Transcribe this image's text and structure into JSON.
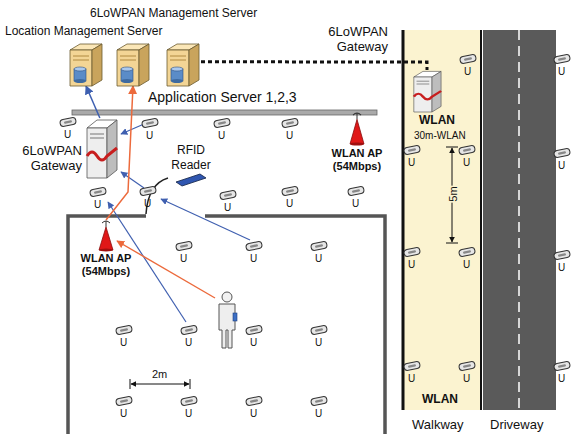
{
  "diagram": {
    "nodes": [
      {
        "text": [
          "6LoWPAN Management Server"
        ]
      },
      {
        "text": [
          "Location Management Server"
        ]
      },
      {
        "text": [
          "Application Server 1,2,3"
        ]
      },
      {
        "text": [
          "6LoWPAN Gateway"
        ]
      },
      {
        "text": [
          "6LoWPAN Gateway"
        ]
      },
      {
        "text": [
          "RFID Reader"
        ]
      },
      {
        "text": [
          "WLAN AP (54Mbps)"
        ]
      },
      {
        "text": [
          "WLAN AP (54Mbps)"
        ]
      }
    ],
    "edges": [
      {
        "from": 4,
        "to": 0,
        "arrow": "to"
      },
      {
        "from": 7,
        "to": 1,
        "arrow": "to"
      },
      {
        "from": 2,
        "to": 3,
        "arrow": "none"
      }
    ],
    "labels": [
      "U",
      "U",
      "U",
      "U",
      "U",
      "U",
      "WLAN",
      "30m-WLAN",
      "U",
      "U",
      "U",
      "U",
      "U",
      "U",
      "U",
      "U",
      "5m",
      "U",
      "U",
      "U",
      "U",
      "U",
      "U",
      "U",
      "U",
      "U",
      "U",
      "2m",
      "U",
      "U",
      "U",
      "WLAN",
      "U",
      "U",
      "U",
      "U",
      "Walkway",
      "Driveway"
    ]
  }
}
